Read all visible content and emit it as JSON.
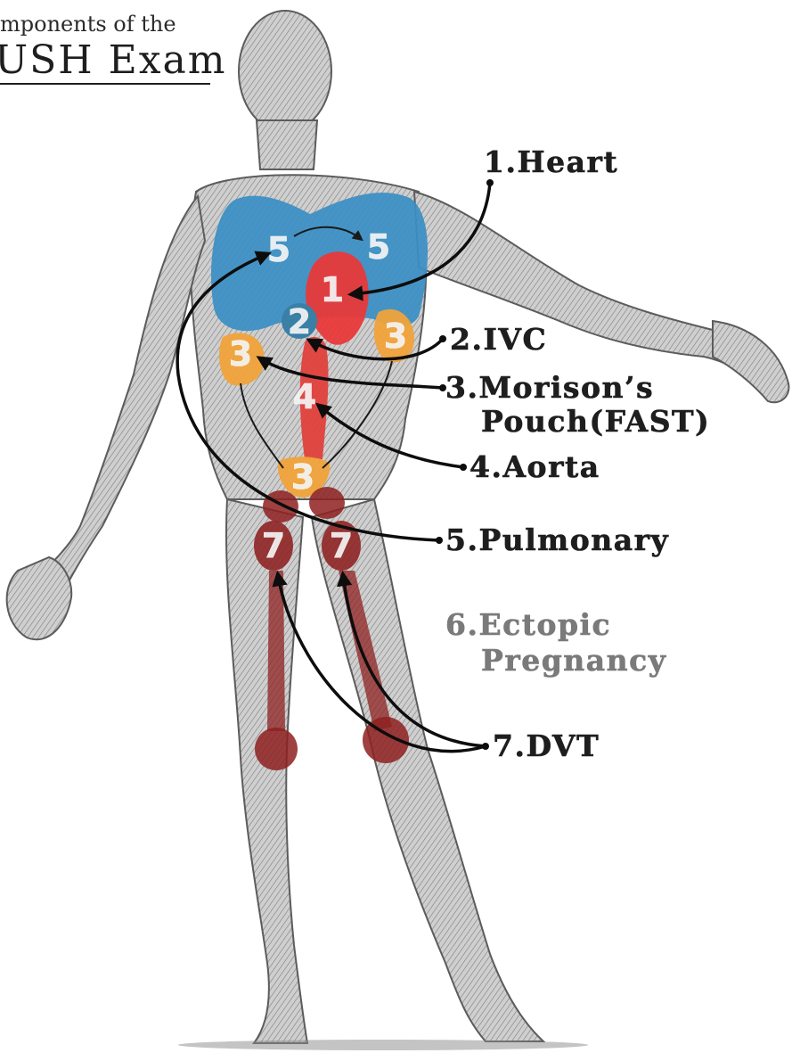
{
  "title": {
    "line1": "mponents of the",
    "line2": "USH Exam"
  },
  "region_numbers": {
    "heart": "1",
    "ivc": "2",
    "morison_right": "3",
    "morison_left": "3",
    "pelvis": "3",
    "aorta": "4",
    "lung_right": "5",
    "lung_left": "5",
    "dvt_right": "7",
    "dvt_left": "7"
  },
  "callouts": [
    {
      "id": "heart",
      "text": "1.Heart"
    },
    {
      "id": "ivc",
      "text": "2.IVC"
    },
    {
      "id": "morison_1",
      "text": "3.Morison’s"
    },
    {
      "id": "morison_2",
      "text": "Pouch(FAST)"
    },
    {
      "id": "aorta",
      "text": "4.Aorta"
    },
    {
      "id": "pulmonary",
      "text": "5.Pulmonary"
    },
    {
      "id": "ectopic_1",
      "text": "6.Ectopic"
    },
    {
      "id": "ectopic_2",
      "text": "Pregnancy"
    },
    {
      "id": "dvt",
      "text": "7.DVT"
    }
  ],
  "colors": {
    "lungs": "#3a8fc4",
    "heart": "#e8393a",
    "aorta": "#e0403c",
    "ivc": "#3a7fa6",
    "fast": "#f0a33a",
    "dvt": "#8e2020",
    "body_outline": "#5c5c5c",
    "ectopic_text": "#7a7a7a"
  },
  "icons": {
    "figure": "anatomical-muscle-figure-illustration"
  }
}
